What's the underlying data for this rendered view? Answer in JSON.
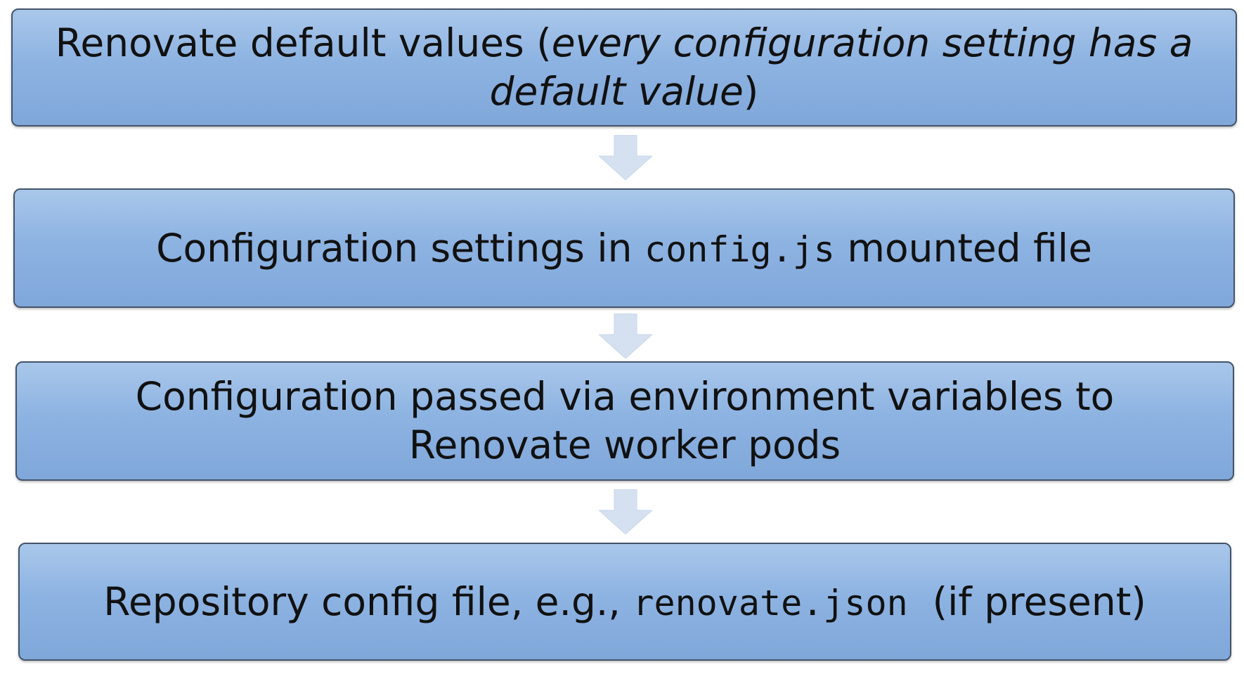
{
  "steps": [
    {
      "text_before": "Renovate default values (",
      "text_italic": "every configuration setting has a default value",
      "text_after": ")"
    },
    {
      "text_before": "Configuration settings in ",
      "code": "config.js",
      "text_after": " mounted file"
    },
    {
      "text": "Configuration passed via environment variables to Renovate worker pods"
    },
    {
      "text_before": "Repository config file, e.g., ",
      "code": "renovate.json",
      "text_after": "  (if present)"
    }
  ],
  "colors": {
    "box_fill_top": "#a9c7ea",
    "box_fill_bottom": "#7fa7d9",
    "box_border": "#44546a",
    "arrow_fill": "#d5e1f1",
    "text": "#111111"
  },
  "icons": {
    "connector": "down-arrow-icon"
  }
}
